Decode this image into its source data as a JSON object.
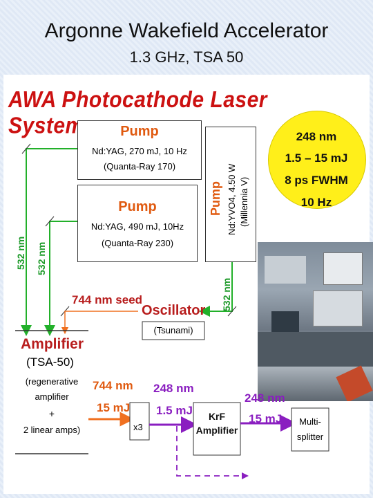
{
  "slide": {
    "title": "Argonne Wakefield Accelerator",
    "subtitle": "1.3 GHz, TSA 50"
  },
  "diagram": {
    "heading": "AWA Photocathode Laser System",
    "pump1": {
      "title": "Pump",
      "line1": "Nd:YAG, 270 mJ, 10 Hz",
      "line2": "(Quanta-Ray 170)"
    },
    "pump2": {
      "title": "Pump",
      "line1": "Nd:YAG, 490 mJ, 10Hz",
      "line2": "(Quanta-Ray 230)"
    },
    "pump3": {
      "title": "Pump",
      "line1": "Nd:YVO4, 4.50 W",
      "line2": "(Millennia V)"
    },
    "specs": {
      "wavelength": "248 nm",
      "energy": "1.5 – 15 mJ",
      "pulse": "8 ps FWHM",
      "rate": "10 Hz"
    },
    "green_labels": {
      "outer": "532 nm",
      "inner": "532 nm",
      "right": "532 nm"
    },
    "seed_label": "744 nm seed",
    "oscillator": {
      "title": "Oscillator",
      "model": "(Tsunami)"
    },
    "amplifier": {
      "title": "Amplifier",
      "model": "(TSA-50)",
      "desc1": "(regenerative",
      "desc2": "amplifier",
      "desc3": "+",
      "desc4": "2 linear amps)"
    },
    "stage1": {
      "wavelength": "744 nm",
      "energy": "15 mJ"
    },
    "tripler": "x3",
    "stage2": {
      "wavelength": "248 nm",
      "energy": "1.5 mJ"
    },
    "krf": {
      "line1": "KrF",
      "line2": "Amplifier"
    },
    "stage3": {
      "wavelength": "248 nm",
      "energy": "15 mJ"
    },
    "splitter": {
      "line1": "Multi-",
      "line2": "splitter"
    }
  },
  "colors": {
    "heading": "#cc1111",
    "green_beam": "#22b02a",
    "orange_beam": "#f07020",
    "purple_beam": "#8a1ec0",
    "spec_circle": "#ffef1a"
  }
}
